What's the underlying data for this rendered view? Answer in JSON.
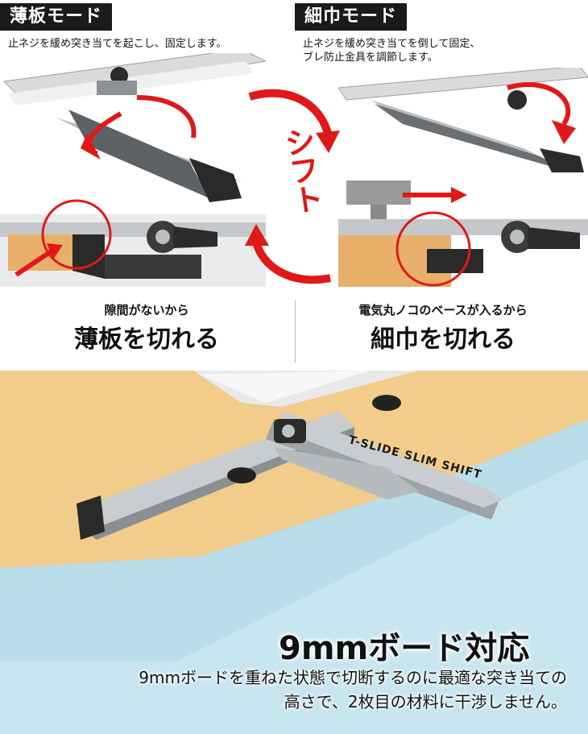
{
  "left_panel": {
    "mode_label": "薄板モード",
    "description": "止ネジを緩め突き当てを起こし、固定します。",
    "caption_small": "隙間がないから",
    "caption_big": "薄板を切れる"
  },
  "right_panel": {
    "mode_label": "細巾モード",
    "description_line1": "止ネジを緩め突き当てを倒して固定、",
    "description_line2": "ブレ防止金具を調節します。",
    "caption_small": "電気丸ノコのベースが入るから",
    "caption_big": "細巾を切れる"
  },
  "shift_label": "シフト",
  "product_print": "T-SLIDE SLIM SHIFT",
  "bottom": {
    "title": "9mmボード対応",
    "desc_line1": "9mmボードを重ねた状態で切断するのに最適な突き当ての",
    "desc_line2": "高さで、2枚目の材料に干渉しません。"
  },
  "colors": {
    "accent_red": "#e01818",
    "label_bg": "#1a1a1a",
    "board_blue": "#b9dde9",
    "board_wood": "#f1cc8a"
  },
  "icons": [
    "curved-arrow-icon",
    "straight-arrow-icon",
    "magnify-circle-icon"
  ]
}
